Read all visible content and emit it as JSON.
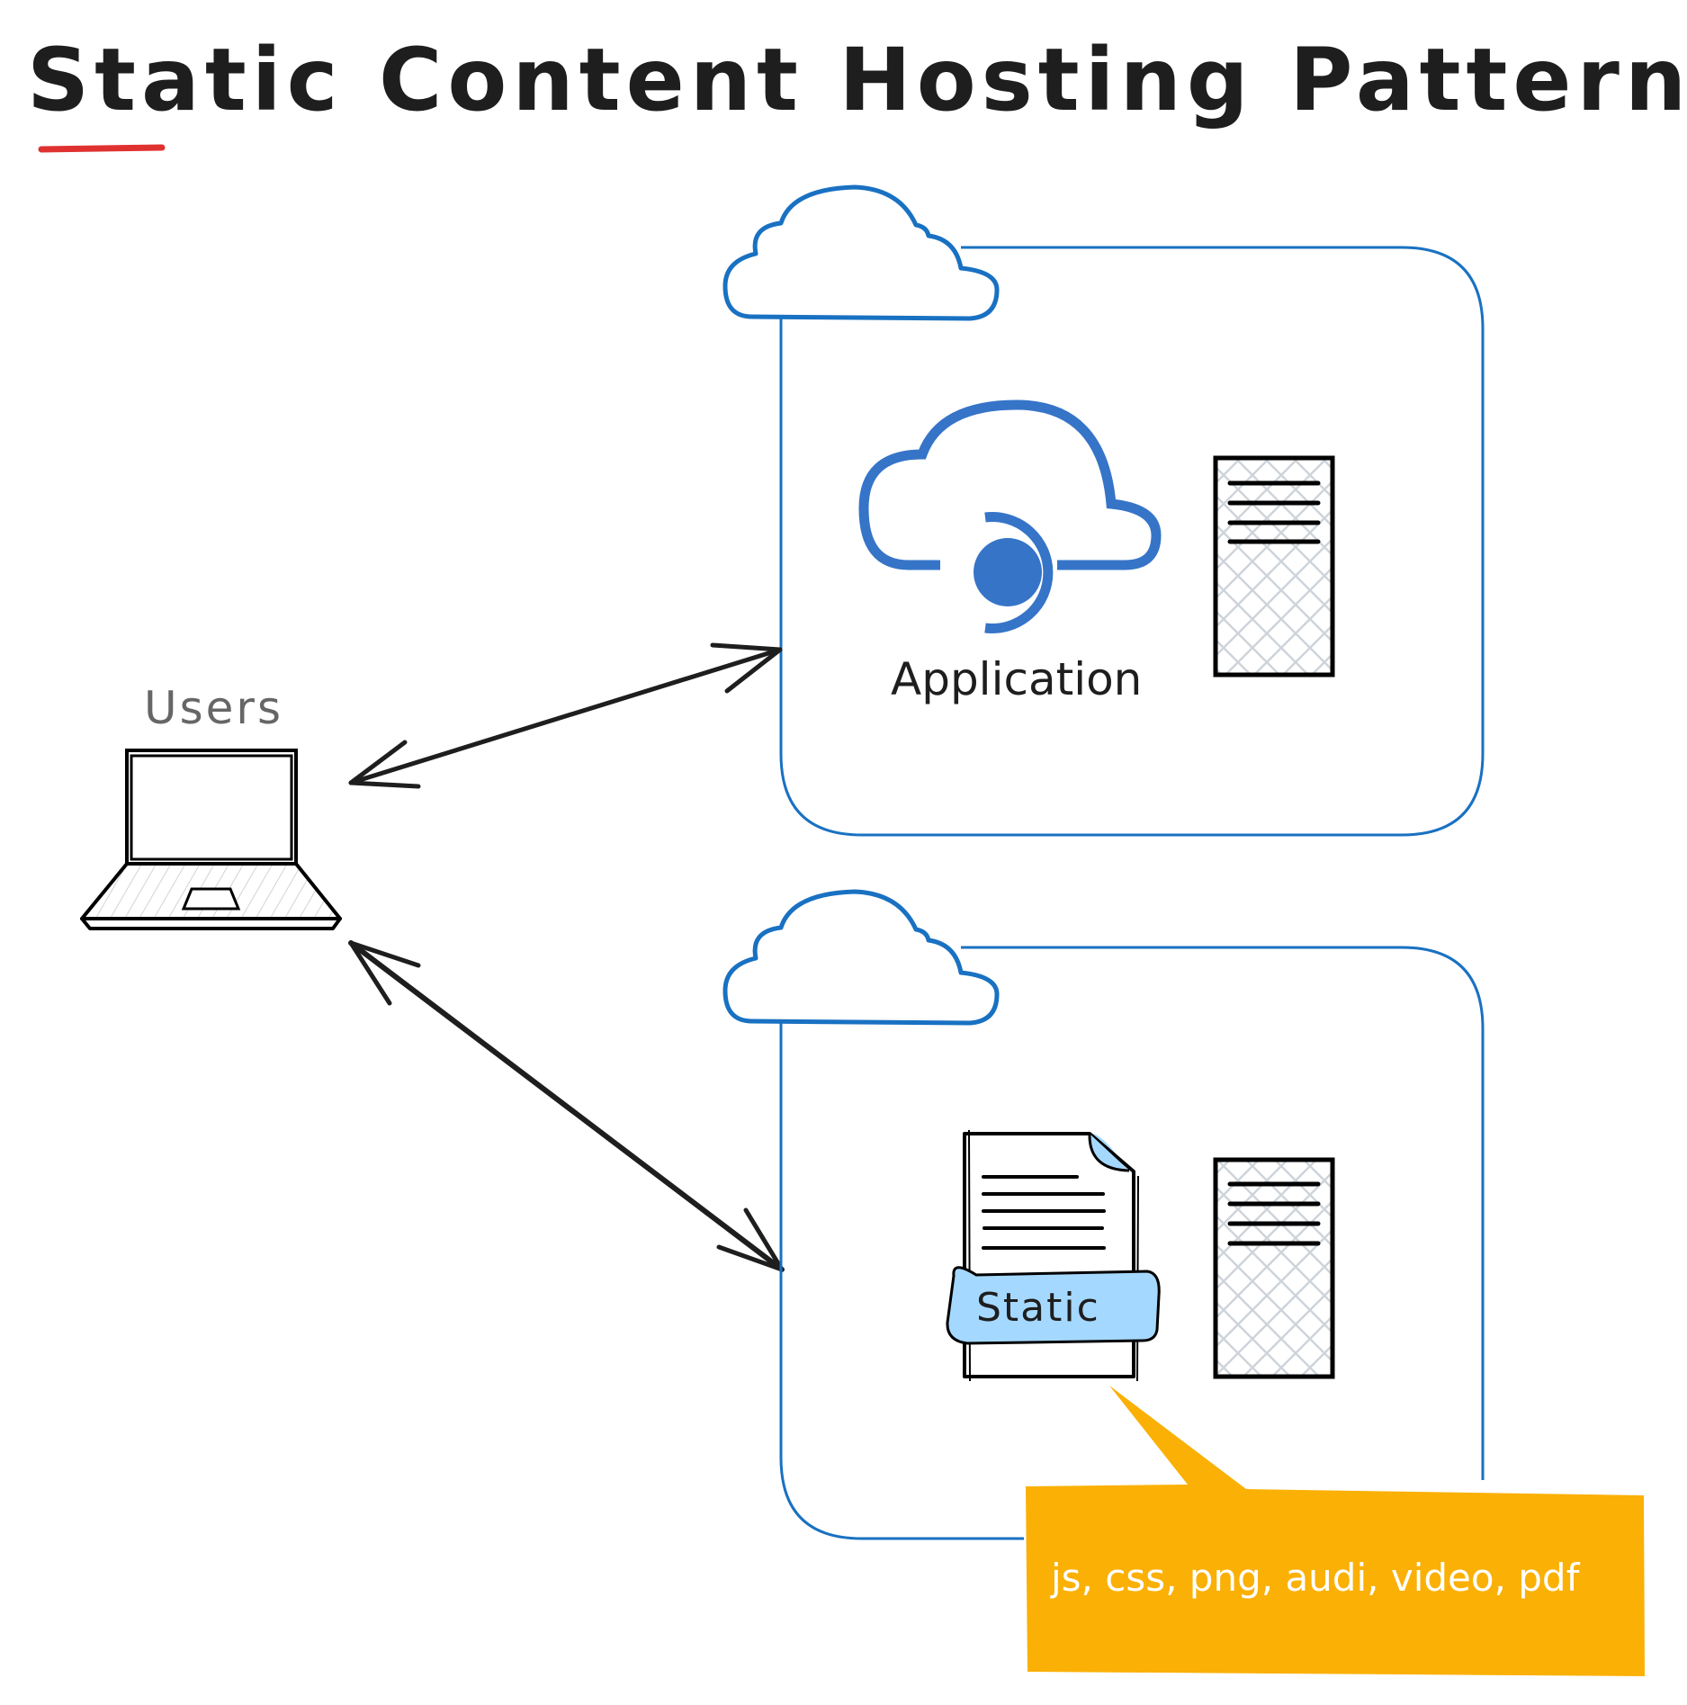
{
  "title": "Static Content Hosting Pattern",
  "colors": {
    "ink": "#1e1e1e",
    "title_underline": "#e03131",
    "region_blue": "#1971c2",
    "app_icon_blue": "#3674c8",
    "hatch_gray": "#ced4da",
    "static_highlight": "#a5d8ff",
    "callout_fill": "#fab005",
    "callout_text": "#ffffff",
    "users_label": "#666666"
  },
  "nodes": {
    "users": {
      "label": "Users",
      "icon": "laptop-icon"
    },
    "application_region": {
      "icon": "cloud-outline-icon"
    },
    "application": {
      "label": "Application",
      "icon": "cloud-app-icon",
      "server_icon": "server-icon"
    },
    "static_region": {
      "icon": "cloud-outline-icon"
    },
    "static_content": {
      "label": "Static",
      "icon": "document-icon",
      "server_icon": "server-icon"
    }
  },
  "edges": [
    {
      "from": "users",
      "to": "application_region",
      "type": "bidirectional-arrow"
    },
    {
      "from": "users",
      "to": "static_region",
      "type": "bidirectional-arrow"
    }
  ],
  "callout": {
    "text": "js, css, png, audi, video, pdf",
    "points_to": "static_content"
  }
}
